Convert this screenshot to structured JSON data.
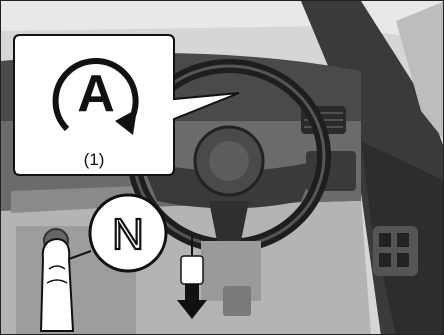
{
  "illustration": {
    "callout_label": "(1)",
    "auto_hold_icon_letter": "A",
    "gear_position_letter": "N",
    "icons": [
      "auto-hold-icon",
      "neutral-gear-icon",
      "brake-pedal-press-arrow-icon"
    ],
    "colors": {
      "line": "#111111",
      "callout_fill": "#ffffff",
      "dash": "#4a4a4a",
      "scene": "#d2d2d2"
    }
  }
}
